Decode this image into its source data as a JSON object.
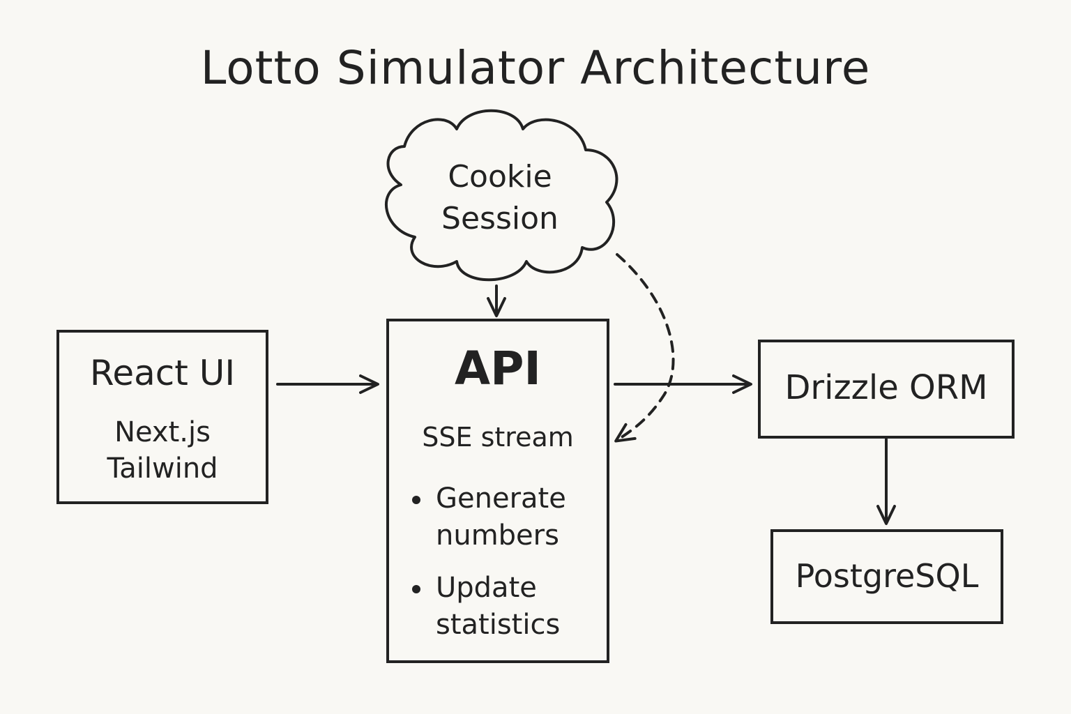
{
  "title": "Lotto Simulator Architecture",
  "nodes": {
    "cookie": {
      "line1": "Cookie",
      "line2": "Session"
    },
    "react": {
      "title": "React UI",
      "line1": "Next.js",
      "line2": "Tailwind"
    },
    "api": {
      "title": "API",
      "subtitle": "SSE stream",
      "bullets": [
        {
          "line1": "Generate",
          "line2": "numbers"
        },
        {
          "line1": "Update",
          "line2": "statistics"
        }
      ]
    },
    "orm": {
      "title": "Drizzle ORM"
    },
    "db": {
      "title": "PostgreSQL"
    }
  },
  "edges": [
    {
      "from": "cookie",
      "to": "api",
      "style": "solid"
    },
    {
      "from": "cookie",
      "to": "api",
      "style": "dashed"
    },
    {
      "from": "react",
      "to": "api",
      "style": "solid"
    },
    {
      "from": "api",
      "to": "orm",
      "style": "solid"
    },
    {
      "from": "orm",
      "to": "db",
      "style": "solid"
    }
  ],
  "colors": {
    "ink": "#222222",
    "paper": "#f9f8f4"
  }
}
